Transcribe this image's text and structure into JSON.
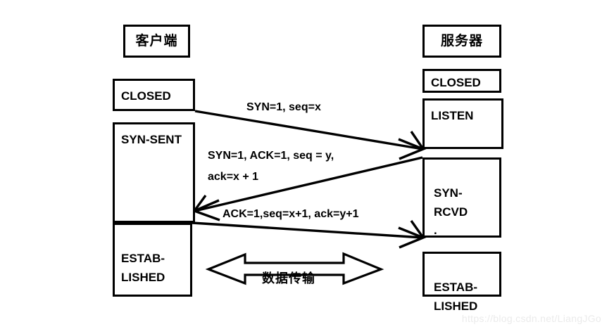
{
  "diagram": {
    "title_client": "客户端",
    "title_server": "服务器",
    "client_states": [
      {
        "name": "client-state-closed",
        "label": "CLOSED"
      },
      {
        "name": "client-state-syn-sent",
        "label": "SYN-SENT"
      },
      {
        "name": "client-state-established",
        "label": "ESTAB-\nLISHED"
      }
    ],
    "server_states": [
      {
        "name": "server-state-closed",
        "label": "CLOSED"
      },
      {
        "name": "server-state-listen",
        "label": "LISTEN"
      },
      {
        "name": "server-state-syn-rcvd",
        "label": "SYN-\nRCVD\n."
      },
      {
        "name": "server-state-established",
        "label": "ESTAB-\nLISHED"
      }
    ],
    "messages": [
      {
        "name": "message-syn",
        "label": "SYN=1, seq=x",
        "direction": "client-to-server"
      },
      {
        "name": "message-syn-ack",
        "label": "SYN=1, ACK=1, seq = y,\nack=x + 1",
        "direction": "server-to-client"
      },
      {
        "name": "message-ack",
        "label": "ACK=1,seq=x+1, ack=y+1",
        "direction": "client-to-server"
      }
    ],
    "data_transfer_label": "数据传输",
    "watermark": "https://blog.csdn.net/LiangJGo",
    "colors": {
      "stroke": "#000000",
      "background": "#ffffff",
      "watermark": "#ebebeb"
    }
  }
}
